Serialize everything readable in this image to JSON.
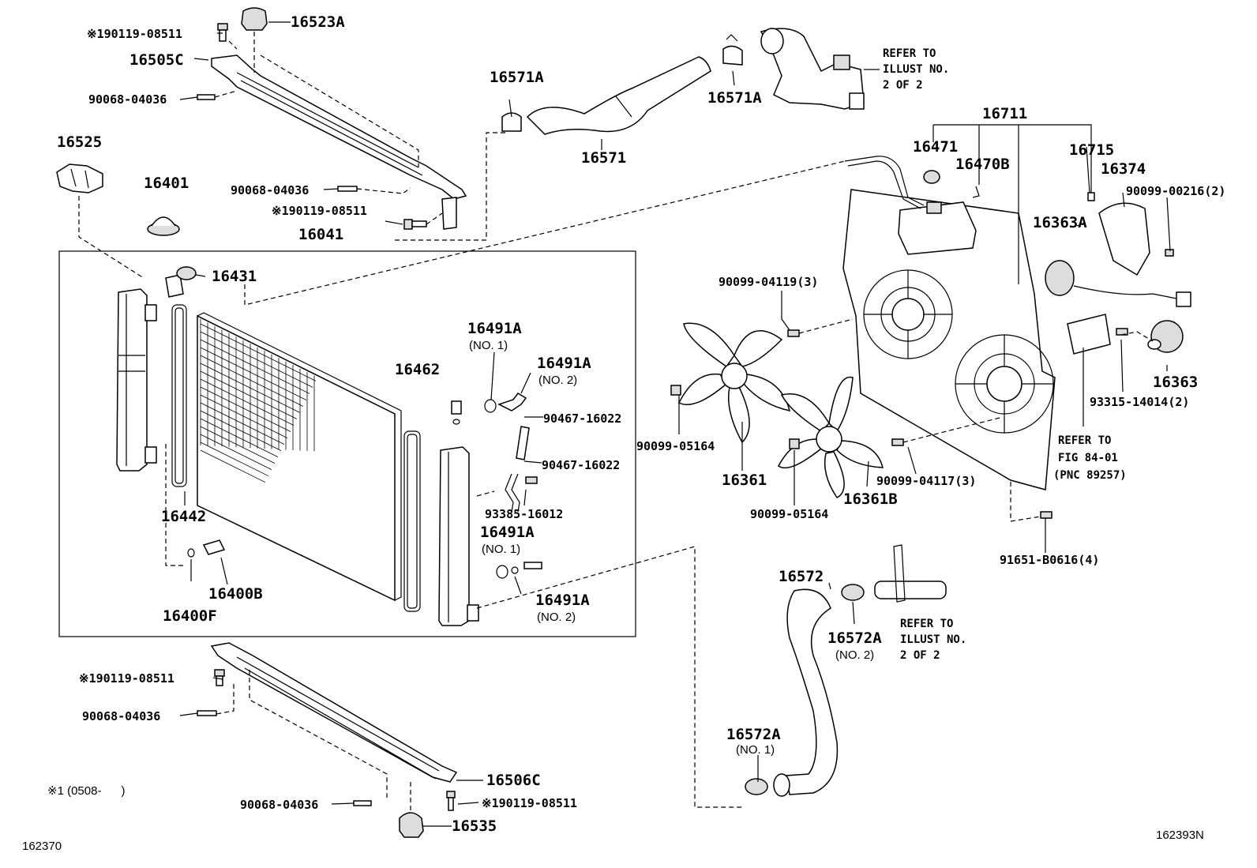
{
  "labels": {
    "l_16523A": "16523A",
    "l_190119_top": "※190119-08511",
    "l_16505C": "16505C",
    "l_90068_a": "90068-04036",
    "l_16525": "16525",
    "l_16401": "16401",
    "l_90068_b": "90068-04036",
    "l_190119_b": "※190119-08511",
    "l_16041": "16041",
    "l_16571A_a": "16571A",
    "l_16571": "16571",
    "l_16571A_b": "16571A",
    "l_16431": "16431",
    "l_16442": "16442",
    "l_16400B": "16400B",
    "l_16400F": "16400F",
    "l_16462": "16462",
    "l_16491A_1": "16491A",
    "l_no1_a": "(NO. 1)",
    "l_16491A_2": "16491A",
    "l_no2_a": "(NO. 2)",
    "l_90467_a": "90467-16022",
    "l_90467_b": "90467-16022",
    "l_93385": "93385-16012",
    "l_16491A_3": "16491A",
    "l_no1_b": "(NO. 1)",
    "l_16491A_4": "16491A",
    "l_no2_b": "(NO. 2)",
    "l_16711": "16711",
    "l_16471": "16471",
    "l_16470B": "16470B",
    "l_16715": "16715",
    "l_16374": "16374",
    "l_90099_00216": "90099-00216(2)",
    "l_16363A": "16363A",
    "l_90099_04119": "90099-04119(3)",
    "l_16363": "16363",
    "l_93315": "93315-14014(2)",
    "l_90099_05164_a": "90099-05164",
    "l_16361": "16361",
    "l_90099_05164_b": "90099-05164",
    "l_16361B": "16361B",
    "l_90099_04117": "90099-04117(3)",
    "l_91651": "91651-B0616(4)",
    "l_16572": "16572",
    "l_16572A_a": "16572A",
    "l_no2_c": "(NO. 2)",
    "l_16572A_b": "16572A",
    "l_no1_c": "(NO. 1)",
    "l_190119_c": "※190119-08511",
    "l_90068_c": "90068-04036",
    "l_16506C": "16506C",
    "l_90068_d": "90068-04036",
    "l_190119_d": "※190119-08511",
    "l_16535": "16535",
    "footnote": "※1 (0508-      )",
    "code_left": "162370",
    "code_right": "162393N"
  },
  "refer_top": [
    "REFER TO",
    "ILLUST NO.",
    "2 OF 2"
  ],
  "refer_fig": [
    "REFER TO",
    "FIG 84-01",
    "(PNC 89257)"
  ],
  "refer_bottom": [
    "REFER TO",
    "ILLUST NO.",
    "2 OF 2"
  ]
}
